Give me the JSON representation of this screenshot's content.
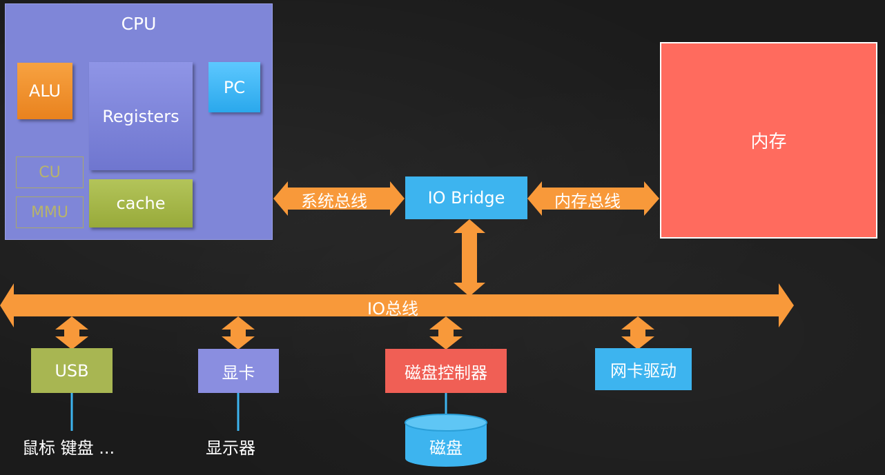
{
  "cpu": {
    "title": "CPU",
    "alu": "ALU",
    "registers": "Registers",
    "pc": "PC",
    "cu": "CU",
    "mmu": "MMU",
    "cache": "cache"
  },
  "memory": {
    "label": "内存"
  },
  "io_bridge": {
    "label": "IO Bridge"
  },
  "buses": {
    "system_bus": "系统总线",
    "memory_bus": "内存总线",
    "io_bus": "IO总线"
  },
  "devices": {
    "usb": "USB",
    "usb_peripherals": "鼠标 键盘 ...",
    "gpu": "显卡",
    "display": "显示器",
    "disk_controller": "磁盘控制器",
    "disk": "磁盘",
    "nic": "网卡驱动"
  },
  "colors": {
    "arrow": "#f8993a",
    "cpu": "#7f86d8",
    "memory": "#ff6b5e",
    "io_bridge": "#3db4ef",
    "usb": "#a8b652",
    "disk_controller": "#f05f55",
    "connector": "#3db4ef"
  }
}
